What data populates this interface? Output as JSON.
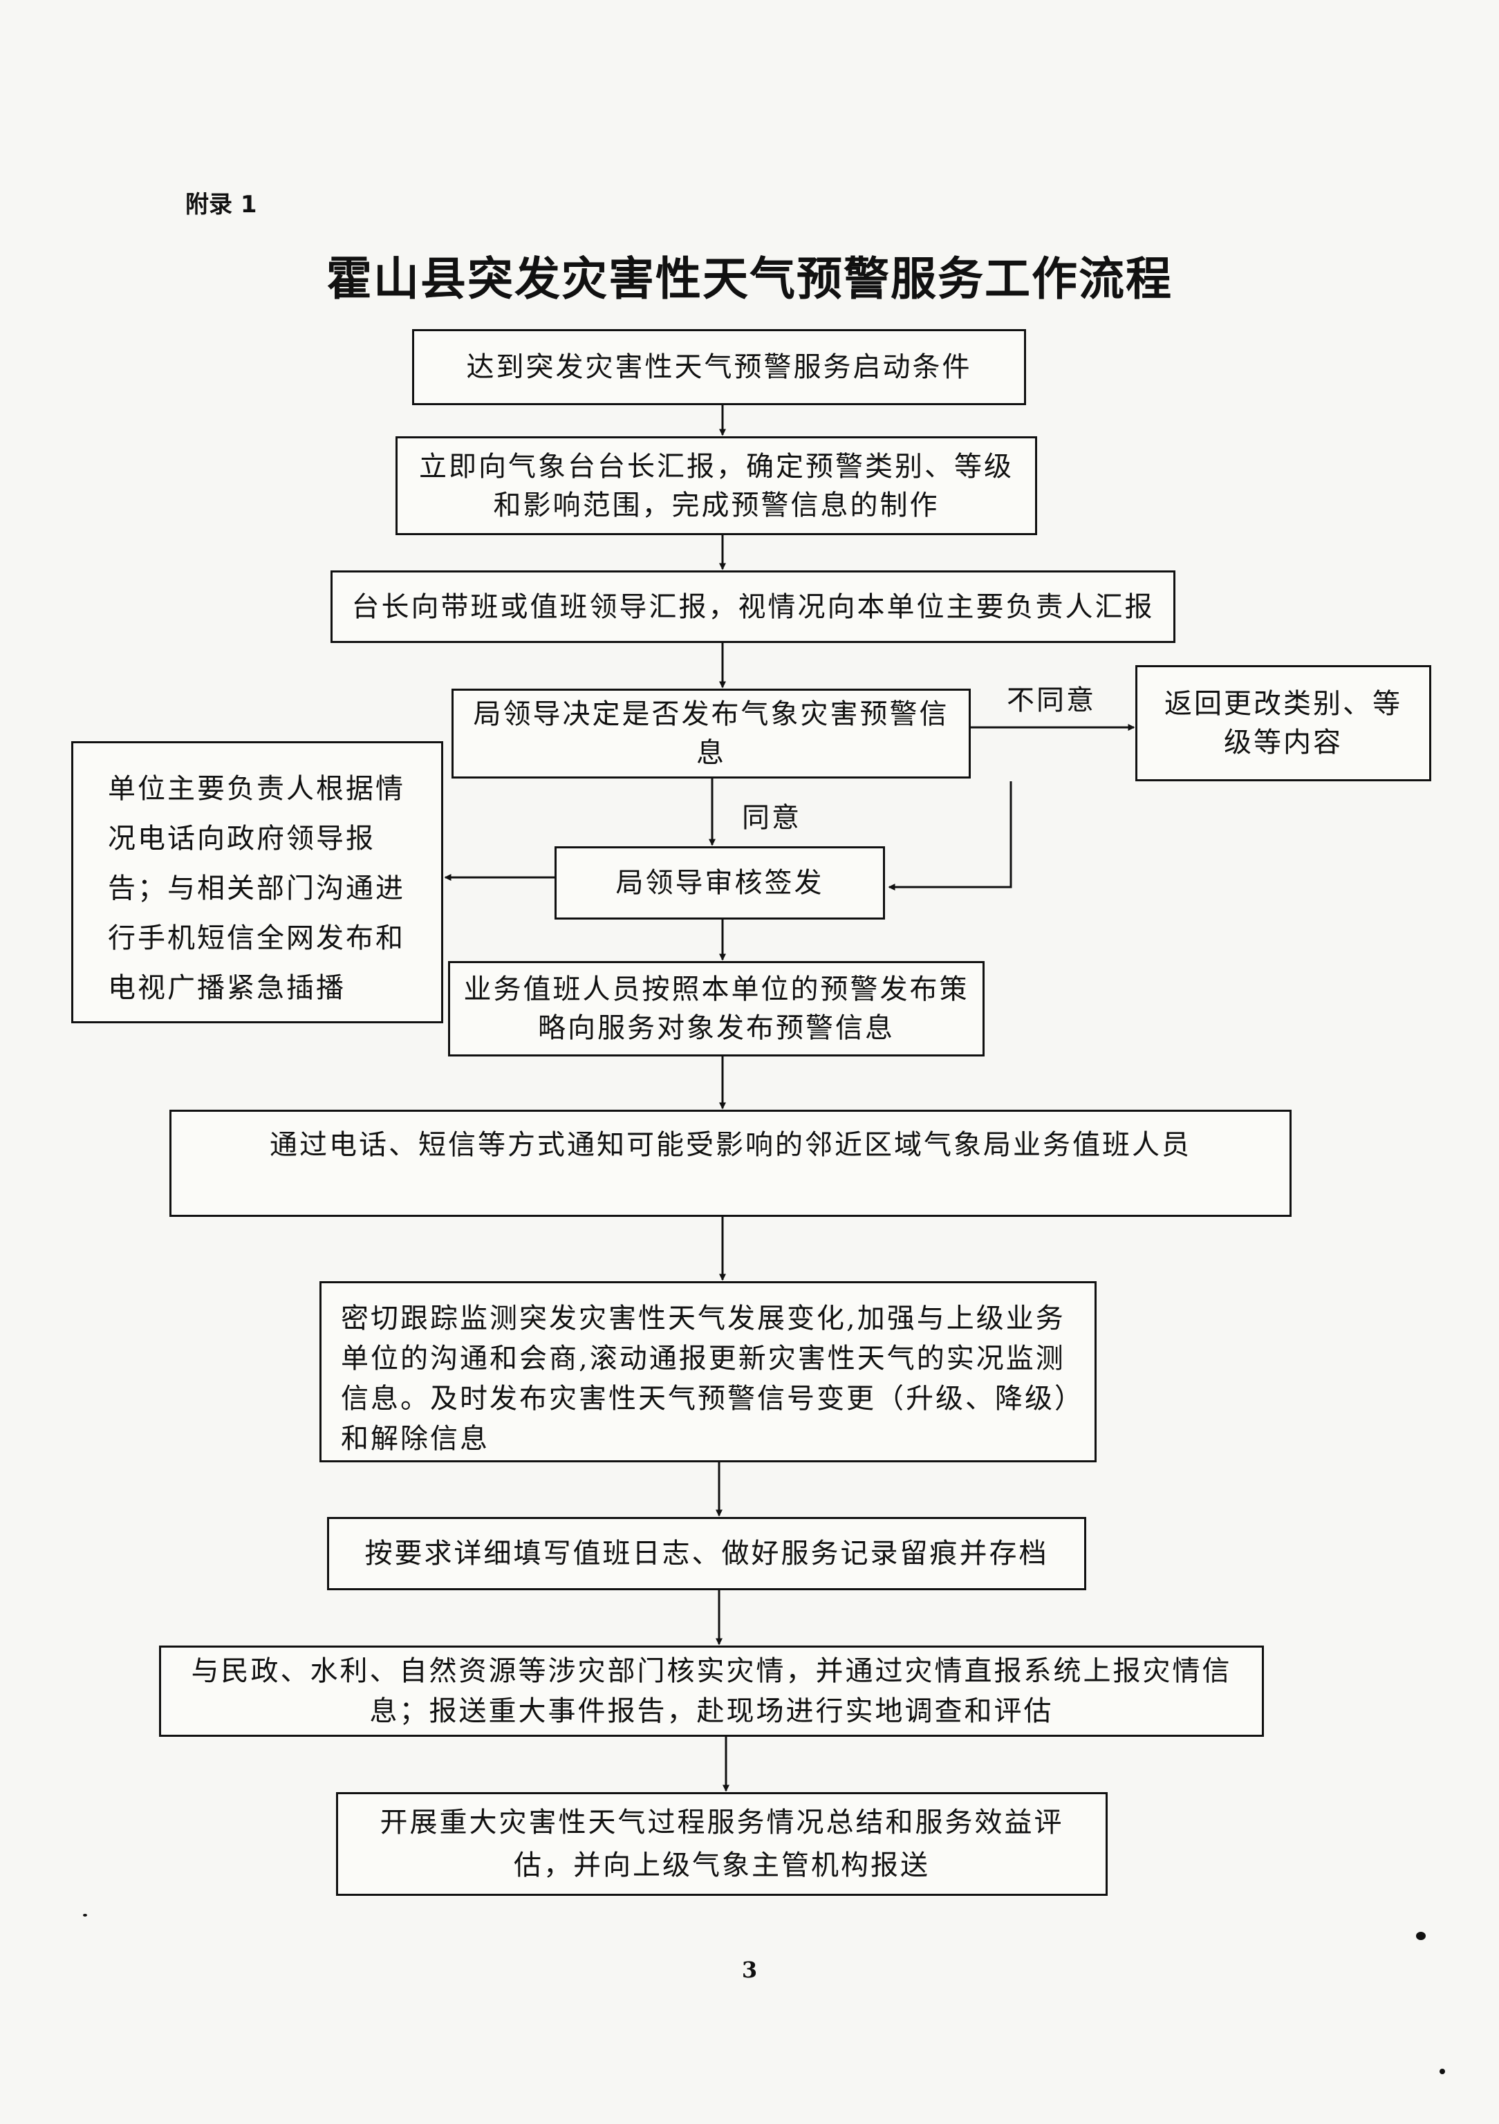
{
  "header": {
    "appendix": "附录 1",
    "title": "霍山县突发灾害性天气预警服务工作流程"
  },
  "flow": {
    "step1": "达到突发灾害性天气预警服务启动条件",
    "step2": "立即向气象台台长汇报，确定预警类别、等级和影响范围，完成预警信息的制作",
    "step3": "台长向带班或值班领导汇报，视情况向本单位主要负责人汇报",
    "step4": "局领导决定是否发布气象灾害预警信息",
    "reject_box": "返回更改类别、等级等内容",
    "step5": "局领导审核签发",
    "side_box": "单位主要负责人根据情况电话向政府领导报告；与相关部门沟通进行手机短信全网发布和电视广播紧急插播",
    "step6": "业务值班人员按照本单位的预警发布策略向服务对象发布预警信息",
    "step7": "通过电话、短信等方式通知可能受影响的邻近区域气象局业务值班人员",
    "step8": "密切跟踪监测突发灾害性天气发展变化,加强与上级业务单位的沟通和会商,滚动通报更新灾害性天气的实况监测信息。及时发布灾害性天气预警信号变更（升级、降级）和解除信息",
    "step9": "按要求详细填写值班日志、做好服务记录留痕并存档",
    "step10": "与民政、水利、自然资源等涉灾部门核实灾情，并通过灾情直报系统上报灾情信息；报送重大事件报告，赴现场进行实地调查和评估",
    "step11": "开展重大灾害性天气过程服务情况总结和服务效益评估，并向上级气象主管机构报送"
  },
  "edge_labels": {
    "disagree": "不同意",
    "agree": "同意"
  },
  "footer": {
    "page_number": "3"
  }
}
